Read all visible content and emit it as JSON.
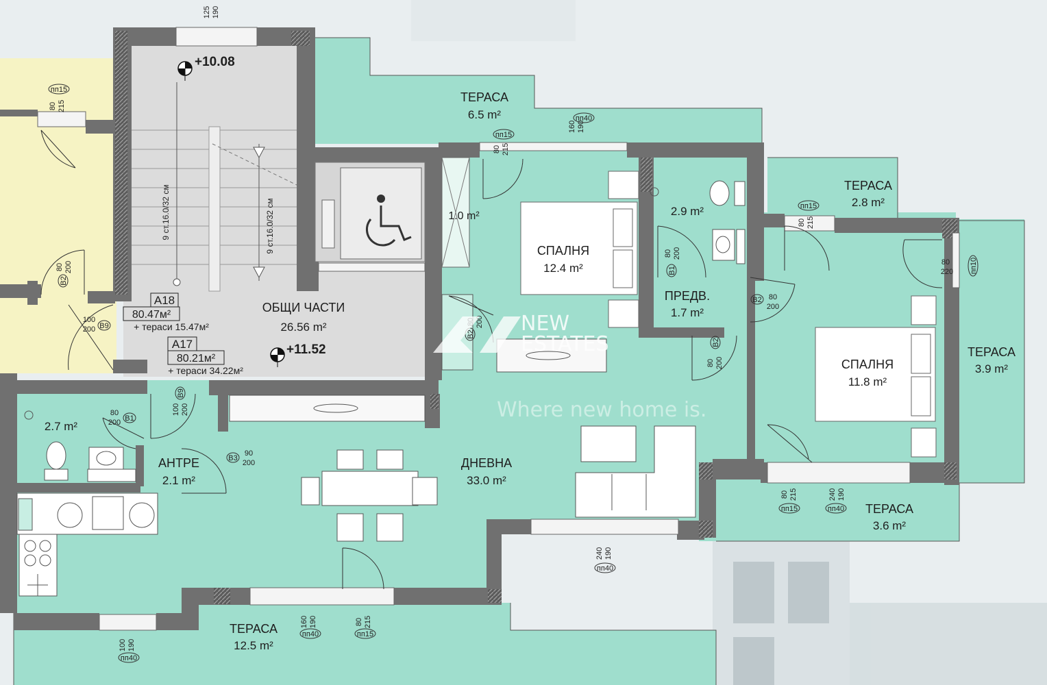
{
  "rooms": {
    "terrace_top": {
      "name": "ТЕРАСА",
      "area": "6.5 m²"
    },
    "terrace_right_top": {
      "name": "ТЕРАСА",
      "area": "2.8 m²"
    },
    "terrace_right": {
      "name": "ТЕРАСА",
      "area": "3.9 m²"
    },
    "terrace_bottom_right": {
      "name": "ТЕРАСА",
      "area": "3.6 m²"
    },
    "terrace_bottom": {
      "name": "ТЕРАСА",
      "area": "12.5 m²"
    },
    "bedroom_1": {
      "name": "СПАЛНЯ",
      "area": "12.4 m²"
    },
    "bedroom_2": {
      "name": "СПАЛНЯ",
      "area": "11.8 m²"
    },
    "living": {
      "name": "ДНЕВНА",
      "area": "33.0 m²"
    },
    "hall": {
      "name": "ПРЕДВ.",
      "area": "1.7 m²"
    },
    "entrance": {
      "name": "АНТРЕ",
      "area": "2.1 m²"
    },
    "common": {
      "name": "ОБЩИ ЧАСТИ",
      "area": "26.56 m²"
    },
    "bathroom_1": {
      "area": "2.9 m²"
    },
    "bathroom_2": {
      "area": "2.7 m²"
    },
    "closet": {
      "area": "1.0 m²"
    }
  },
  "levels": {
    "top": "+10.08",
    "middle": "+11.52"
  },
  "apartments": {
    "a18": {
      "code": "А18",
      "area": "80.47м²",
      "terraces": "+ тераси 15.47м²"
    },
    "a17": {
      "code": "А17",
      "area": "80.21м²",
      "terraces": "+ тераси 34.22м²"
    }
  },
  "stairs": {
    "left": "9 ст.16.0/32 см",
    "right": "9 ст.16.0/32 см"
  },
  "dims": {
    "d1": [
      "125",
      "190"
    ],
    "d2": [
      "80",
      "215"
    ],
    "d3": [
      "160",
      "190"
    ],
    "d4": [
      "80",
      "215"
    ],
    "d5": [
      "80",
      "215"
    ],
    "d6": [
      "80",
      "220"
    ],
    "d7": [
      "80",
      "200"
    ],
    "d8": [
      "80",
      "200"
    ],
    "d9": [
      "100",
      "200"
    ],
    "d10": [
      "80",
      "200"
    ],
    "d11": [
      "80",
      "200"
    ],
    "d12": [
      "100",
      "200"
    ],
    "d13": [
      "80",
      "200"
    ],
    "d14": [
      "90",
      "200"
    ],
    "d15": [
      "80",
      "215"
    ],
    "d16": [
      "240",
      "190"
    ],
    "d17": [
      "240",
      "190"
    ],
    "d18": [
      "160",
      "190"
    ],
    "d19": [
      "80",
      "215"
    ],
    "d20": [
      "100",
      "190"
    ],
    "d21": [
      "80",
      "200"
    ]
  },
  "tags": {
    "pp15": "пп15",
    "pp40": "пп40",
    "pp10": "пп10",
    "b1": "В1",
    "b2": "В2",
    "b3": "В3",
    "b9": "В9"
  },
  "watermark": {
    "brand_1": "NEW",
    "brand_2": "ESTATES",
    "tagline": "Where new home is."
  },
  "colors": {
    "terrace": "#9fdecd",
    "room": "#9fdecd",
    "wall": "#707070",
    "common": "#dcdcdc",
    "neighbor": "#f6f3c4"
  }
}
